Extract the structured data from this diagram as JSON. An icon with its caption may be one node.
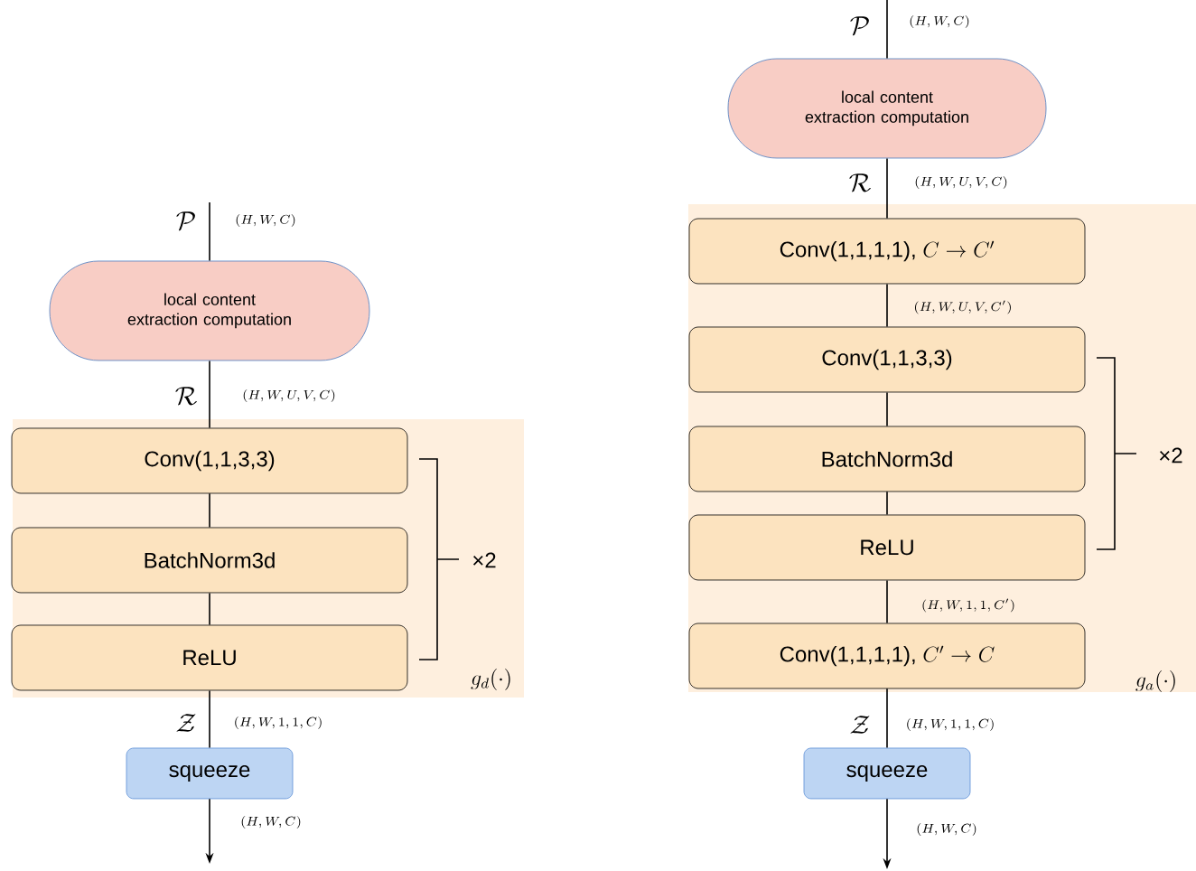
{
  "diagram": {
    "nodes": [
      {
        "text": [
          "g_d(\\cdot)"
        ]
      },
      {
        "text": [
          "local content extraction computation"
        ]
      },
      {
        "text": [
          "Conv(1,1,3,3)"
        ],
        "in": 0
      },
      {
        "text": [
          "BatchNorm3d"
        ],
        "in": 0
      },
      {
        "text": [
          "ReLU"
        ],
        "in": 0
      },
      {
        "text": [
          "squeeze"
        ]
      },
      {
        "text": [
          "local content extraction computation"
        ]
      },
      {
        "text": [
          "g_a(\\cdot)"
        ]
      },
      {
        "text": [
          "\\mbox{Conv(1,1,1,1),}\\ C \\rightarrow C'"
        ],
        "in": 7
      },
      {
        "text": [
          "Conv(1,1,3,3)"
        ],
        "in": 7
      },
      {
        "text": [
          "BatchNorm3d"
        ],
        "in": 7
      },
      {
        "text": [
          "ReLU"
        ],
        "in": 7
      },
      {
        "text": [
          "\\mbox{Conv(1,1,1,1),}\\ C' \\rightarrow C"
        ],
        "in": 7
      },
      {
        "text": [
          "squeeze"
        ]
      }
    ],
    "edges": [
      {
        "from": null,
        "to": 1,
        "arrow": "none"
      },
      {
        "from": 1,
        "to": 2,
        "arrow": "none"
      },
      {
        "from": 2,
        "to": 3,
        "arrow": "none"
      },
      {
        "from": 3,
        "to": 4,
        "arrow": "none"
      },
      {
        "from": 4,
        "to": 5,
        "arrow": "none"
      },
      {
        "from": 5,
        "to": null,
        "arrow": "to"
      },
      {
        "from": null,
        "to": 6,
        "arrow": "none"
      },
      {
        "from": 6,
        "to": 8,
        "arrow": "none"
      },
      {
        "from": 8,
        "to": 9,
        "arrow": "none"
      },
      {
        "from": 9,
        "to": 10,
        "arrow": "none"
      },
      {
        "from": 10,
        "to": 11,
        "arrow": "none"
      },
      {
        "from": 11,
        "to": 12,
        "arrow": "none"
      },
      {
        "from": 12,
        "to": 13,
        "arrow": "none"
      },
      {
        "from": 13,
        "to": null,
        "arrow": "to"
      }
    ],
    "labels": [
      "\\mathcal{P}",
      "(H,W,C)",
      "\\mathcal{R}",
      "(H,W,U,V,C)",
      "×2",
      "\\mathcal{Z}",
      "(H,W,1,1,C)",
      "(H,W,C)",
      "\\mathcal{P}",
      "(H,W,C)",
      "\\mathcal{R}",
      "(H,W,U,V,C)",
      "(H,W,U,V,C')",
      "×2",
      "(H,W,1,1,C')",
      "\\mathcal{Z}",
      "(H,W,1,1,C)",
      "(H,W,C)"
    ]
  }
}
